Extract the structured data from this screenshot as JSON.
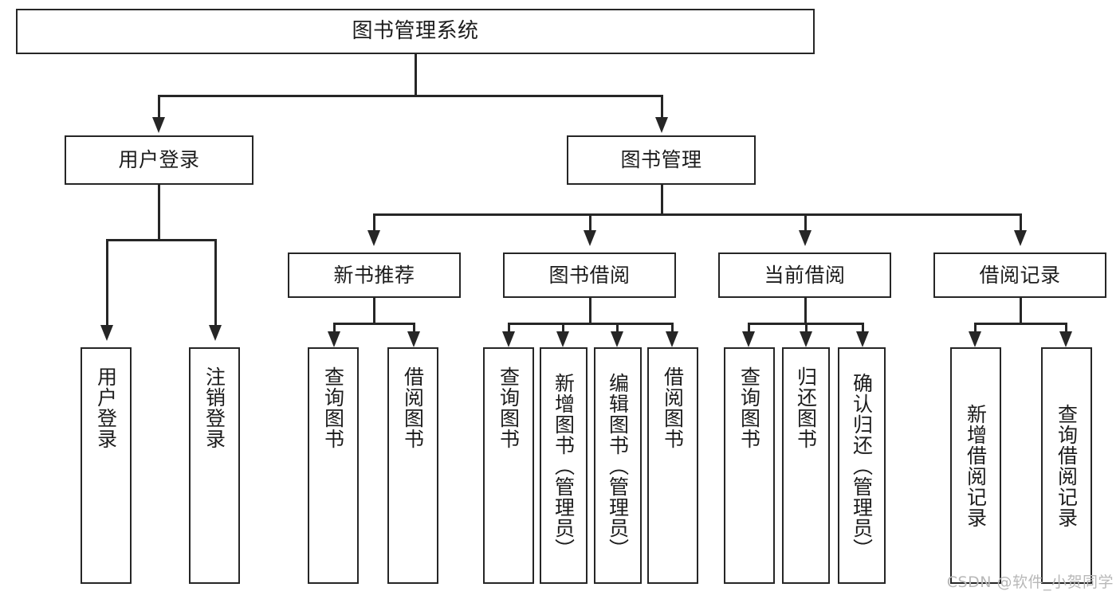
{
  "diagram": {
    "title": "图书管理系统",
    "type": "功能结构图",
    "watermark": "CSDN @软件_小贺同学",
    "colors": {
      "stroke": "#262626",
      "background": "#ffffff",
      "text": "#1c1c1c",
      "watermark": "#b8b8b8"
    }
  },
  "root": {
    "label": "图书管理系统"
  },
  "level2": [
    {
      "id": "user-login",
      "label": "用户登录"
    },
    {
      "id": "book-manage",
      "label": "图书管理"
    }
  ],
  "level3": [
    {
      "id": "new-book-recommend",
      "label": "新书推荐"
    },
    {
      "id": "book-borrow",
      "label": "图书借阅"
    },
    {
      "id": "current-borrow",
      "label": "当前借阅"
    },
    {
      "id": "borrow-record",
      "label": "借阅记录"
    }
  ],
  "leaves": {
    "user_login": [
      {
        "id": "leaf-user-login",
        "label": "用户登录"
      },
      {
        "id": "leaf-logout",
        "label": "注销登录"
      }
    ],
    "new_book_recommend": [
      {
        "id": "leaf-query-book-1",
        "label": "查询图书"
      },
      {
        "id": "leaf-borrow-book-1",
        "label": "借阅图书"
      }
    ],
    "book_borrow": [
      {
        "id": "leaf-query-book-2",
        "label": "查询图书"
      },
      {
        "id": "leaf-add-book",
        "label": "新增图书（管理员）"
      },
      {
        "id": "leaf-edit-book",
        "label": "编辑图书（管理员）"
      },
      {
        "id": "leaf-borrow-book-2",
        "label": "借阅图书"
      }
    ],
    "current_borrow": [
      {
        "id": "leaf-query-book-3",
        "label": "查询图书"
      },
      {
        "id": "leaf-return-book",
        "label": "归还图书"
      },
      {
        "id": "leaf-confirm-return",
        "label": "确认归还（管理员）"
      }
    ],
    "borrow_record": [
      {
        "id": "leaf-add-record",
        "label": "新增借阅记录"
      },
      {
        "id": "leaf-query-record",
        "label": "查询借阅记录"
      }
    ]
  }
}
